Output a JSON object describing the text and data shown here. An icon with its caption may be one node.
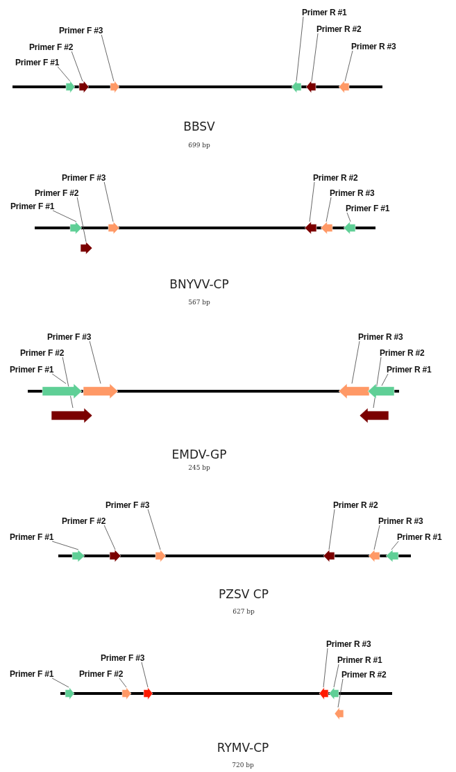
{
  "diagram": {
    "nodes": [
      {
        "text": [
          "Primer F #1"
        ]
      },
      {
        "text": [],
        "shape": "arrow"
      },
      {
        "text": [
          "Primer F #2"
        ]
      },
      {
        "text": [],
        "shape": "arrow"
      },
      {
        "text": [
          "Primer F #3"
        ]
      },
      {
        "text": [],
        "shape": "arrow"
      },
      {
        "text": [
          "Primer R #1"
        ]
      },
      {
        "text": [],
        "shape": "arrow"
      },
      {
        "text": [
          "Primer R #2"
        ]
      },
      {
        "text": [],
        "shape": "arrow"
      },
      {
        "text": [
          "Primer R #3"
        ]
      },
      {
        "text": [],
        "shape": "arrow"
      },
      {
        "text": [
          "Primer F #1"
        ]
      },
      {
        "text": [],
        "shape": "arrow"
      },
      {
        "text": [
          "Primer F #2"
        ]
      },
      {
        "text": [],
        "shape": "arrow"
      },
      {
        "text": [
          "Primer F #3"
        ]
      },
      {
        "text": [],
        "shape": "arrow"
      },
      {
        "text": [
          "Primer R #2"
        ]
      },
      {
        "text": [],
        "shape": "arrow"
      },
      {
        "text": [
          "Primer R #3"
        ]
      },
      {
        "text": [],
        "shape": "arrow"
      },
      {
        "text": [
          "Primer F #1"
        ]
      },
      {
        "text": [],
        "shape": "arrow"
      },
      {
        "text": [
          "Primer F #1"
        ]
      },
      {
        "text": [],
        "shape": "arrow"
      },
      {
        "text": [
          "Primer F #2"
        ]
      },
      {
        "text": [],
        "shape": "arrow"
      },
      {
        "text": [
          "Primer F #3"
        ]
      },
      {
        "text": [],
        "shape": "arrow"
      },
      {
        "text": [
          "Primer R #3"
        ]
      },
      {
        "text": [],
        "shape": "arrow"
      },
      {
        "text": [
          "Primer R #2"
        ]
      },
      {
        "text": [],
        "shape": "arrow"
      },
      {
        "text": [
          "Primer R #1"
        ]
      },
      {
        "text": [],
        "shape": "arrow"
      },
      {
        "text": [
          "Primer F #1"
        ]
      },
      {
        "text": [],
        "shape": "arrow"
      },
      {
        "text": [
          "Primer F #2"
        ]
      },
      {
        "text": [],
        "shape": "arrow"
      },
      {
        "text": [
          "Primer F #3"
        ]
      },
      {
        "text": [],
        "shape": "arrow"
      },
      {
        "text": [
          "Primer R #2"
        ]
      },
      {
        "text": [],
        "shape": "arrow"
      },
      {
        "text": [
          "Primer R #3"
        ]
      },
      {
        "text": [],
        "shape": "arrow"
      },
      {
        "text": [
          "Primer R #1"
        ]
      },
      {
        "text": [],
        "shape": "arrow"
      },
      {
        "text": [
          "Primer F #1"
        ]
      },
      {
        "text": [],
        "shape": "arrow"
      },
      {
        "text": [
          "Primer F #2"
        ]
      },
      {
        "text": [],
        "shape": "arrow"
      },
      {
        "text": [
          "Primer F #3"
        ]
      },
      {
        "text": [],
        "shape": "arrow"
      },
      {
        "text": [
          "Primer R #3"
        ]
      },
      {
        "text": [],
        "shape": "arrow"
      },
      {
        "text": [
          "Primer R #1"
        ]
      },
      {
        "text": [],
        "shape": "arrow"
      },
      {
        "text": [
          "Primer R #2"
        ]
      },
      {
        "text": [],
        "shape": "arrow"
      }
    ],
    "edges": [
      {
        "from": 0,
        "to": 1,
        "arrow": "none"
      },
      {
        "from": 2,
        "to": 3,
        "arrow": "none"
      },
      {
        "from": 4,
        "to": 5,
        "arrow": "none"
      },
      {
        "from": 6,
        "to": 7,
        "arrow": "none"
      },
      {
        "from": 8,
        "to": 9,
        "arrow": "none"
      },
      {
        "from": 10,
        "to": 11,
        "arrow": "none"
      },
      {
        "from": 12,
        "to": 13,
        "arrow": "none"
      },
      {
        "from": 14,
        "to": 15,
        "arrow": "none"
      },
      {
        "from": 16,
        "to": 17,
        "arrow": "none"
      },
      {
        "from": 18,
        "to": 19,
        "arrow": "none"
      },
      {
        "from": 20,
        "to": 21,
        "arrow": "none"
      },
      {
        "from": 22,
        "to": 23,
        "arrow": "none"
      },
      {
        "from": 24,
        "to": 25,
        "arrow": "none"
      },
      {
        "from": 26,
        "to": 27,
        "arrow": "none"
      },
      {
        "from": 28,
        "to": 29,
        "arrow": "none"
      },
      {
        "from": 30,
        "to": 31,
        "arrow": "none"
      },
      {
        "from": 32,
        "to": 33,
        "arrow": "none"
      },
      {
        "from": 34,
        "to": 35,
        "arrow": "none"
      },
      {
        "from": 36,
        "to": 37,
        "arrow": "none"
      },
      {
        "from": 38,
        "to": 39,
        "arrow": "none"
      },
      {
        "from": 40,
        "to": 41,
        "arrow": "none"
      },
      {
        "from": 42,
        "to": 43,
        "arrow": "none"
      },
      {
        "from": 44,
        "to": 45,
        "arrow": "none"
      },
      {
        "from": 46,
        "to": 47,
        "arrow": "none"
      },
      {
        "from": 48,
        "to": 49,
        "arrow": "none"
      },
      {
        "from": 50,
        "to": 51,
        "arrow": "none"
      },
      {
        "from": 52,
        "to": 53,
        "arrow": "none"
      },
      {
        "from": 54,
        "to": 55,
        "arrow": "none"
      },
      {
        "from": 56,
        "to": 57,
        "arrow": "none"
      },
      {
        "from": 58,
        "to": 59,
        "arrow": "none"
      }
    ],
    "labels": [
      "BBSV",
      "699 bp",
      "BNYVV-CP",
      "567 bp",
      "EMDV-GP",
      "245 bp",
      "PZSV CP",
      "627 bp",
      "RYMV-CP",
      "720 bp"
    ]
  }
}
